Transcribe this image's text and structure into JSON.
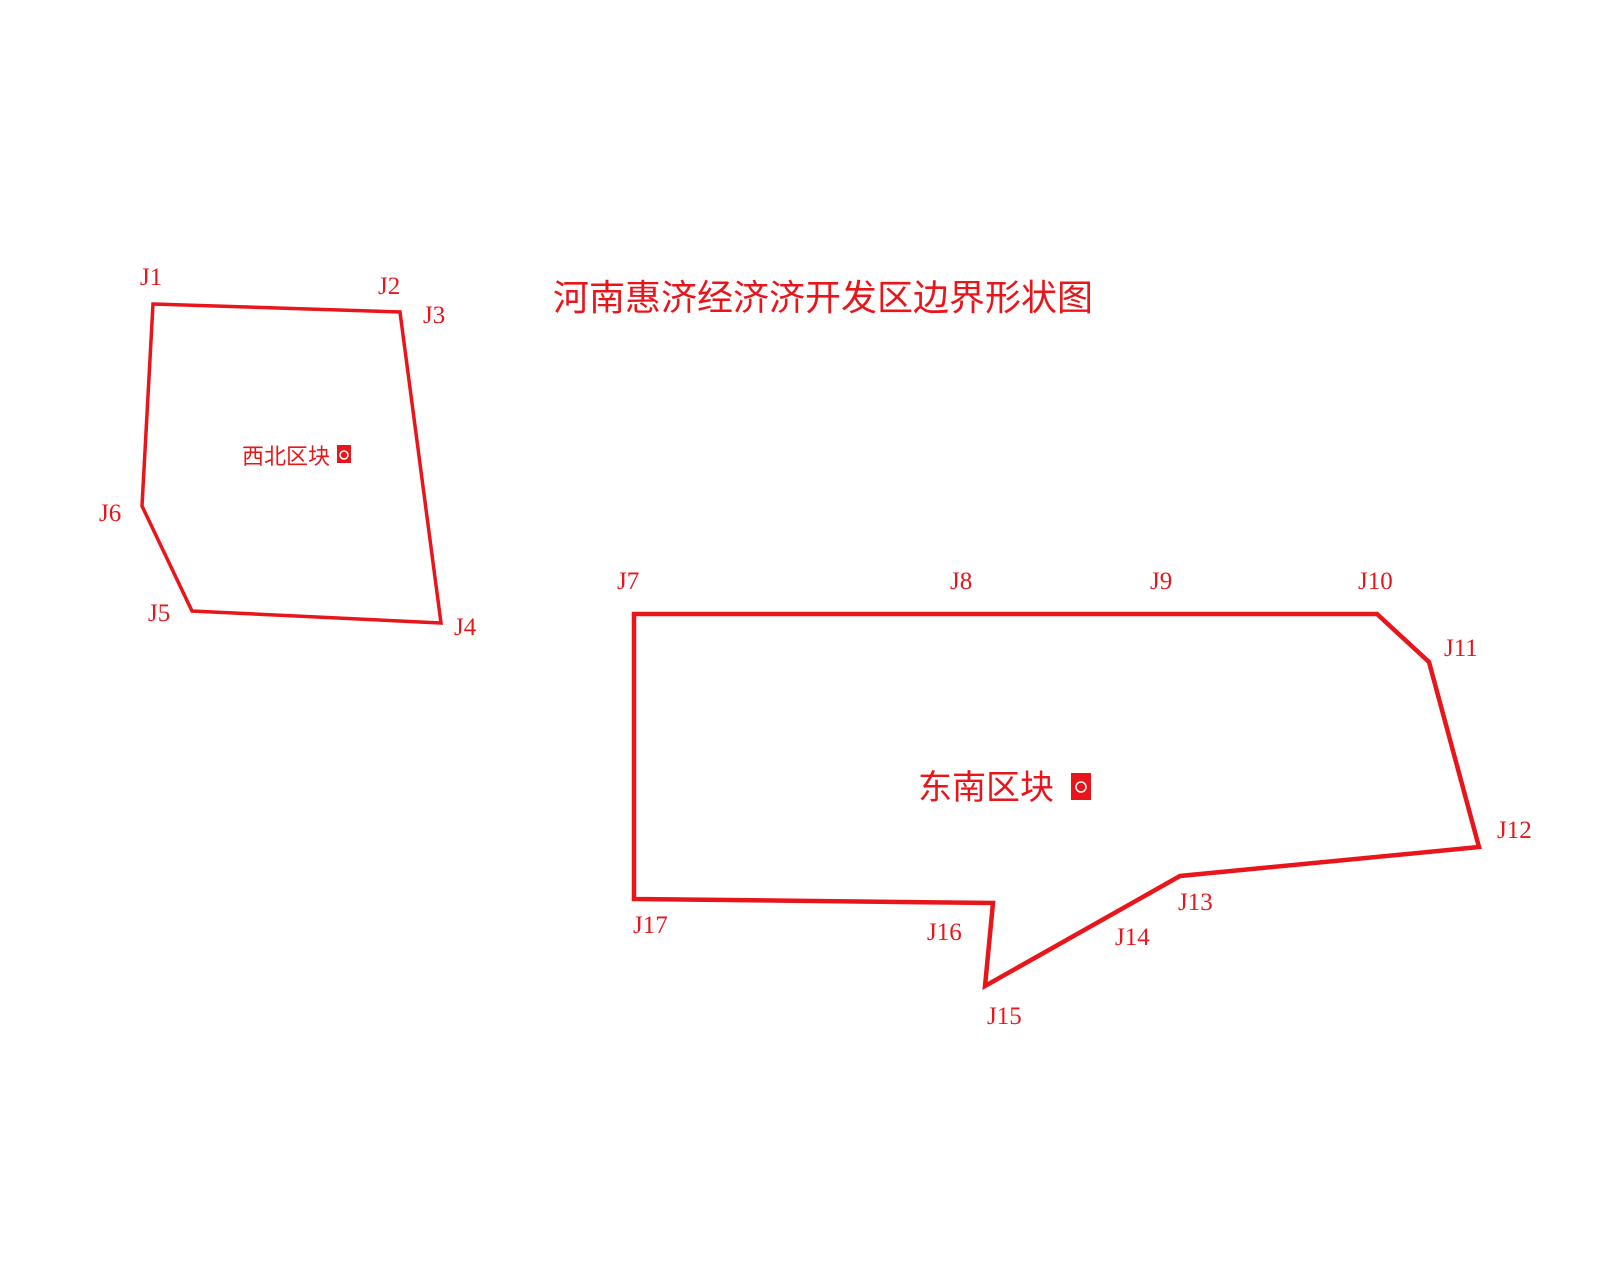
{
  "title": "河南惠济经济济开发区边界形状图",
  "colors": {
    "boundary": "#e8161b",
    "background": "#ffffff"
  },
  "blocks": {
    "northwest": {
      "label": "西北区块",
      "vertices": [
        "J1",
        "J2",
        "J3",
        "J4",
        "J5",
        "J6"
      ]
    },
    "southeast": {
      "label": "东南区块",
      "vertices": [
        "J7",
        "J8",
        "J9",
        "J10",
        "J11",
        "J12",
        "J13",
        "J14",
        "J15",
        "J16",
        "J17"
      ]
    }
  },
  "marker_icon": "center-point-marker-icon"
}
